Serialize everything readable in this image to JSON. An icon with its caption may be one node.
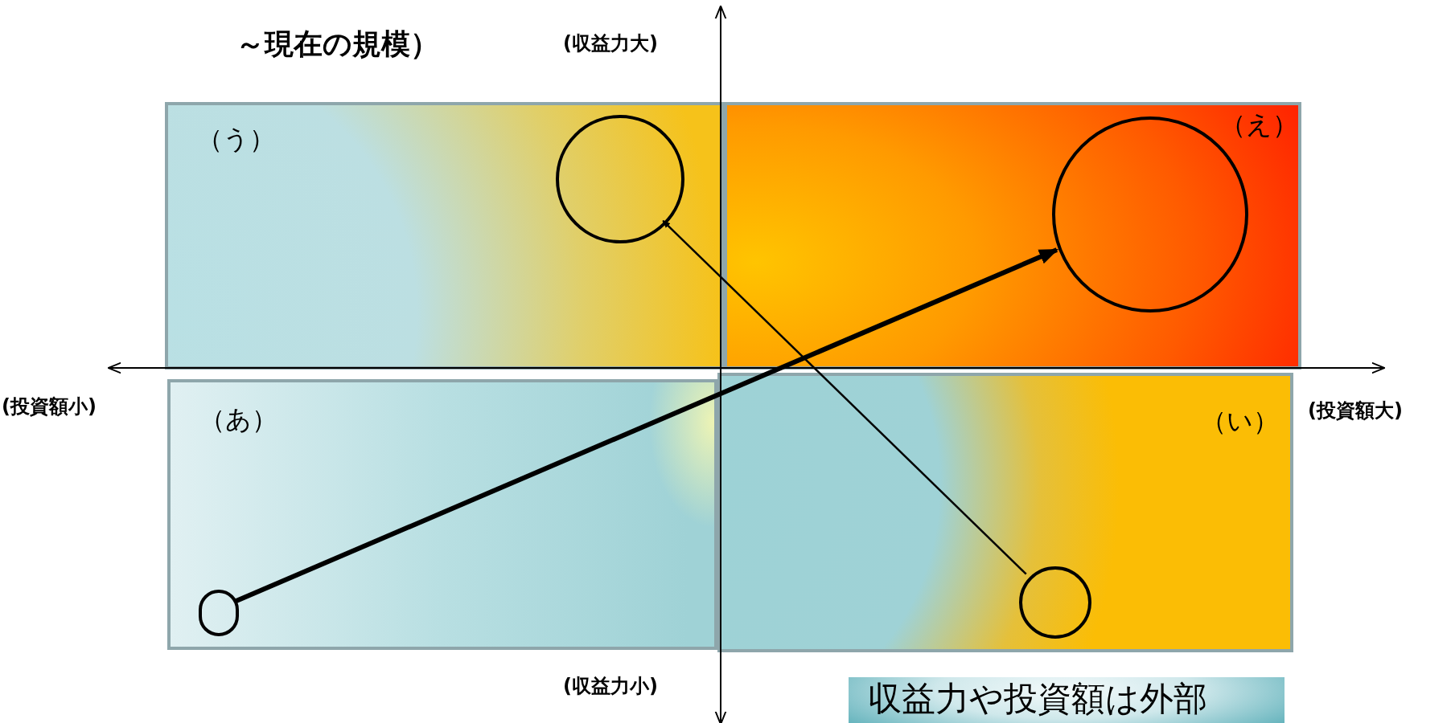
{
  "diagram": {
    "nodes": [
      {
        "text": [
          "（う）"
        ]
      },
      {
        "text": [],
        "shape": "circle",
        "in": 0
      },
      {
        "text": [
          "（え）"
        ]
      },
      {
        "text": [],
        "shape": "circle",
        "in": 2
      },
      {
        "text": [
          "（あ）"
        ]
      },
      {
        "text": [],
        "shape": "circle",
        "in": 4
      },
      {
        "text": [
          "（い）"
        ]
      },
      {
        "text": [],
        "shape": "circle",
        "in": 6
      },
      {
        "text": [
          "収益力や投資額は外部"
        ]
      }
    ],
    "edges": [
      {
        "from": 5,
        "to": 3,
        "arrow": "to",
        "style": "thick"
      },
      {
        "from": 7,
        "to": 1,
        "arrow": "to"
      }
    ],
    "labels": [
      "～現在の規模）",
      "(収益力大)",
      "(投資額小)",
      "(投資額大)",
      "(収益力小)"
    ]
  }
}
